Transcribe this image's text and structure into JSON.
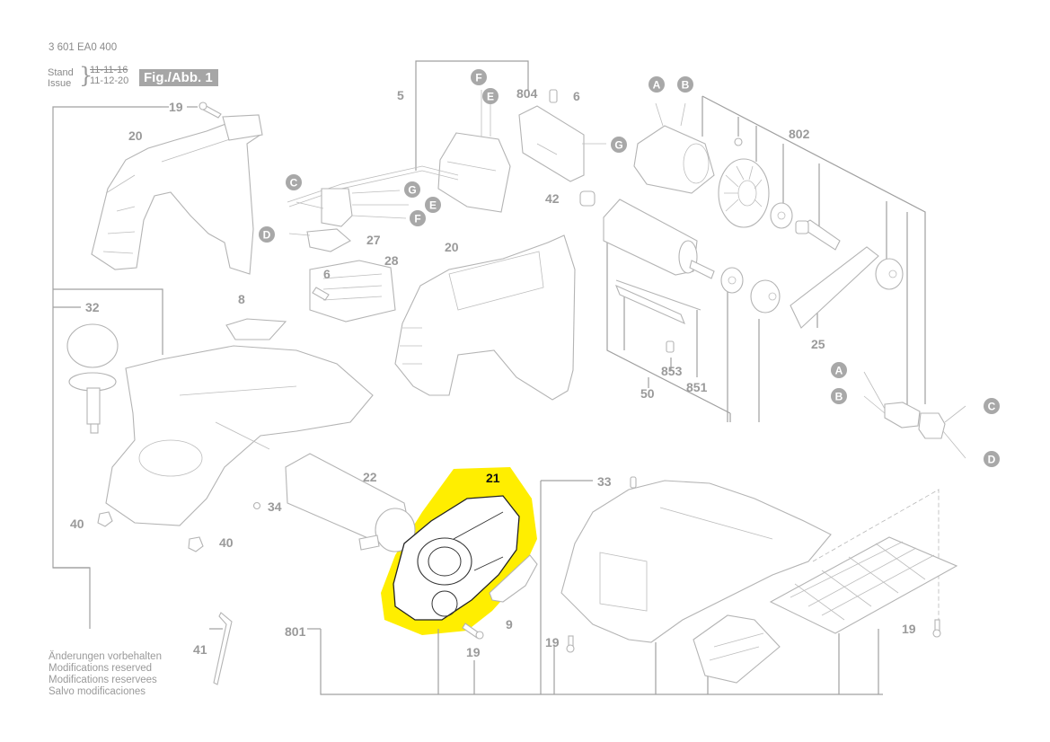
{
  "header": {
    "document_number": "3 601 EA0 400",
    "stand_label": "Stand",
    "issue_label": "Issue",
    "old_date": "11-11-16",
    "new_date": "11-12-20",
    "figure_label": "Fig./Abb. 1"
  },
  "disclaimer": [
    "Änderungen vorbehalten",
    "Modifications reserved",
    "Modifications reservees",
    "Salvo modificaciones"
  ],
  "highlight": {
    "part_number": "21",
    "color": "#FFEE00"
  },
  "part_labels": {
    "p19a": "19",
    "p20a": "20",
    "p5": "5",
    "p804": "804",
    "p6a": "6",
    "p42": "42",
    "p802": "802",
    "p27": "27",
    "p28": "28",
    "p6b": "6",
    "p20b": "20",
    "p8": "8",
    "p32": "32",
    "p25": "25",
    "p853": "853",
    "p851": "851",
    "p50": "50",
    "p22": "22",
    "p21": "21",
    "p34": "34",
    "p40a": "40",
    "p40b": "40",
    "p33": "33",
    "p9": "9",
    "p19b": "19",
    "p19c": "19",
    "p19d": "19",
    "p41": "41",
    "p801": "801"
  },
  "connector_labels": {
    "A1": "A",
    "B1": "B",
    "F1": "F",
    "E1": "E",
    "G1": "G",
    "C1": "C",
    "G2": "G",
    "E2": "E",
    "F2": "F",
    "D1": "D",
    "A2": "A",
    "B2": "B",
    "C2": "C",
    "D2": "D"
  },
  "colors": {
    "line": "#a0a0a0",
    "label": "#9a9a9a",
    "connector_badge": "#a8a8a8",
    "figure_badge": "#a6a6a6"
  }
}
